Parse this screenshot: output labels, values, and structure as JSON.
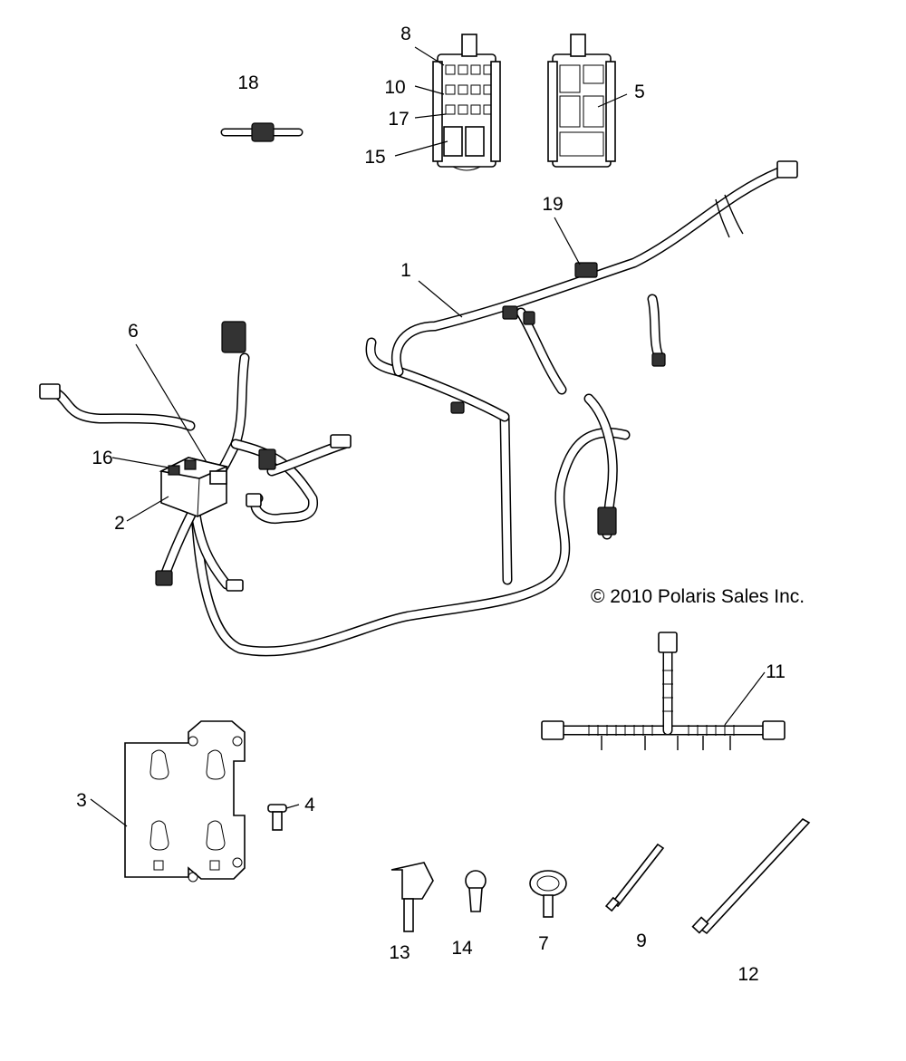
{
  "copyright": "© 2010 Polaris Sales Inc.",
  "callouts": [
    "1",
    "2",
    "3",
    "4",
    "5",
    "6",
    "7",
    "8",
    "9",
    "10",
    "11",
    "12",
    "13",
    "14",
    "15",
    "16",
    "17",
    "18",
    "19"
  ]
}
